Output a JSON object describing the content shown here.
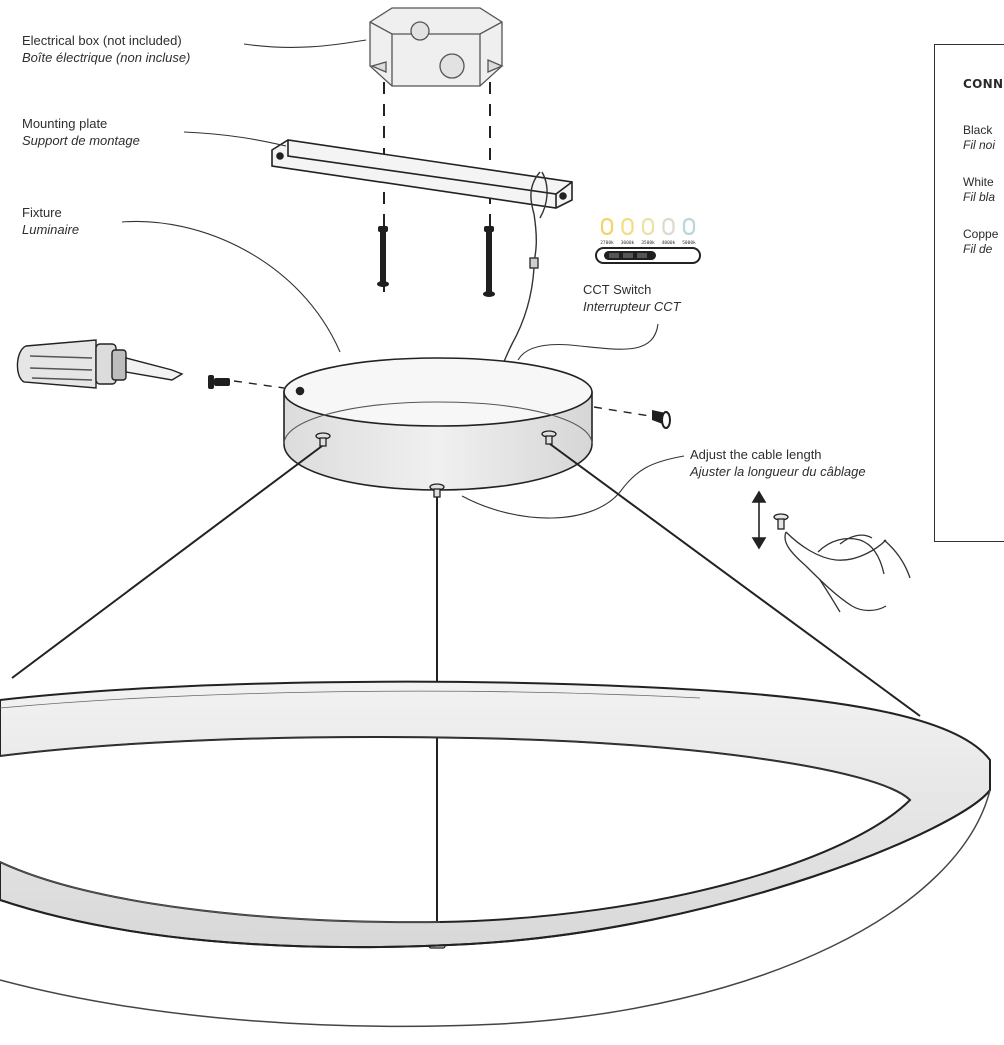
{
  "labels": {
    "electrical_box": {
      "en": "Electrical box (not included)",
      "fr": "Boîte électrique (non incluse)"
    },
    "mounting_plate": {
      "en": "Mounting plate",
      "fr": "Support de montage"
    },
    "fixture": {
      "en": "Fixture",
      "fr": "Luminaire"
    },
    "cct_switch": {
      "en": "CCT Switch",
      "fr": "Interrupteur CCT"
    },
    "cable_length": {
      "en": "Adjust the cable length",
      "fr": "Ajuster la longueur du câblage"
    }
  },
  "cct_options": [
    {
      "label": "2700k",
      "color": "#f3d36b"
    },
    {
      "label": "3000k",
      "color": "#f4dc86"
    },
    {
      "label": "3500k",
      "color": "#e8e3a6"
    },
    {
      "label": "4000k",
      "color": "#d9dbcc"
    },
    {
      "label": "5000k",
      "color": "#b9d6d8"
    }
  ],
  "connection_panel": {
    "title": "CONN",
    "wires": [
      {
        "en": "Black",
        "fr": "Fil noi"
      },
      {
        "en": "White",
        "fr": "Fil bla"
      },
      {
        "en": "Coppe",
        "fr": "Fil de"
      }
    ]
  },
  "colors": {
    "line": "#2a2a2a",
    "fill_light": "#ebebeb"
  }
}
